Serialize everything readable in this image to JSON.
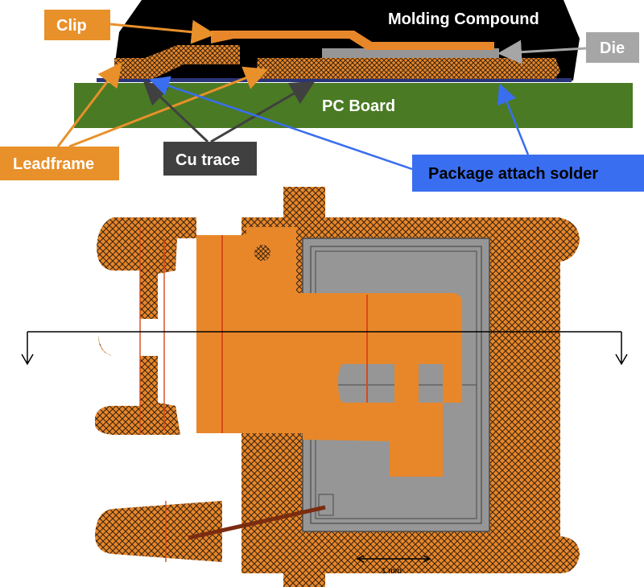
{
  "cross_section": {
    "molding_compound": "Molding Compound",
    "pc_board": "PC Board"
  },
  "callouts": {
    "clip": "Clip",
    "die": "Die",
    "leadframe": "Leadframe",
    "cu_trace": "Cu trace",
    "package_attach_solder": "Package attach solder"
  },
  "top_view": {
    "scale_bar_label": "1 mm"
  },
  "colors": {
    "leadframe_orange": "#e8872a",
    "clip_orange": "#e8872a",
    "hatch_dark": "#3a2410",
    "die_gray": "#969696",
    "pcb_green": "#4a7a24",
    "molding_black": "#000000",
    "solder_blue": "#3a4aa8",
    "callout_orange": "#e8902a",
    "callout_gray": "#a6a6a6",
    "callout_dark": "#404040",
    "callout_blue": "#3a6ef0"
  }
}
